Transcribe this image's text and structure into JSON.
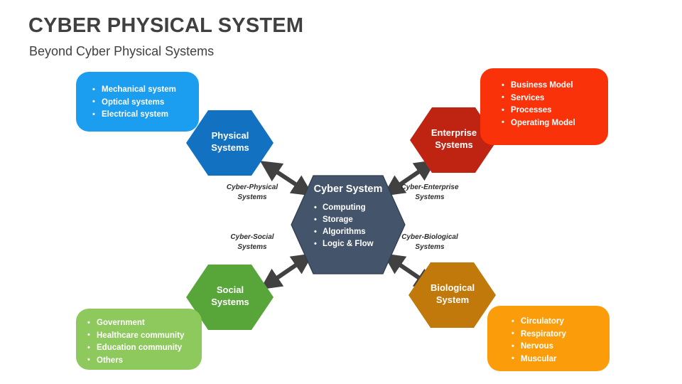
{
  "header": {
    "title": "CYBER PHYSICAL SYSTEM",
    "subtitle": "Beyond Cyber Physical Systems"
  },
  "center": {
    "title": "Cyber System",
    "items": [
      "Computing",
      "Storage",
      "Algorithms",
      "Logic & Flow"
    ],
    "fill": "#44546a",
    "stroke": "#2e3b4e"
  },
  "nodes": [
    {
      "id": "physical",
      "hex_label_line1": "Physical",
      "hex_label_line2": "Systems",
      "hex_fill": "#1271c0",
      "panel_fill": "#1b9df0",
      "items": [
        "Mechanical system",
        "Optical systems",
        "Electrical system"
      ]
    },
    {
      "id": "enterprise",
      "hex_label_line1": "Enterprise",
      "hex_label_line2": "Systems",
      "hex_fill": "#bf2413",
      "panel_fill": "#f93209",
      "items": [
        "Business Model",
        "Services",
        "Processes",
        "Operating Model"
      ]
    },
    {
      "id": "social",
      "hex_label_line1": "Social",
      "hex_label_line2": "Systems",
      "hex_fill": "#58a539",
      "panel_fill": "#8dc95c",
      "items": [
        "Government",
        "Healthcare community",
        "Education community",
        "Others"
      ]
    },
    {
      "id": "biological",
      "hex_label_line1": "Biological",
      "hex_label_line2": "System",
      "hex_fill": "#c1790b",
      "panel_fill": "#fb9d0a",
      "items": [
        "Circulatory",
        "Respiratory",
        "Nervous",
        "Muscular"
      ]
    }
  ],
  "connectors": [
    {
      "id": "cyber-physical",
      "line1": "Cyber-Physical",
      "line2": "Systems"
    },
    {
      "id": "cyber-enterprise",
      "line1": "Cyber-Enterprise",
      "line2": "Systems"
    },
    {
      "id": "cyber-social",
      "line1": "Cyber-Social",
      "line2": "Systems"
    },
    {
      "id": "cyber-biological",
      "line1": "Cyber-Biological",
      "line2": "Systems"
    }
  ],
  "arrow_color": "#414141",
  "background": "#ffffff"
}
